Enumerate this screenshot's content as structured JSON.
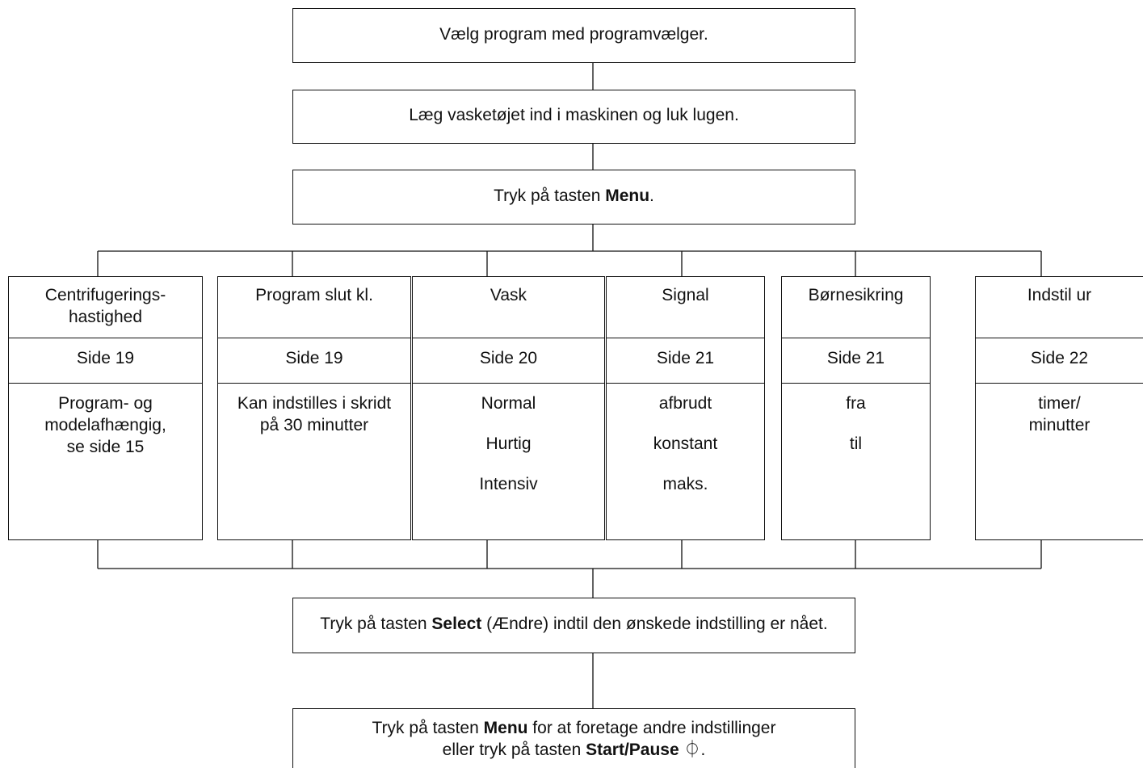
{
  "steps": {
    "step1": "Vælg program med programvælger.",
    "step2": "Læg vasketøjet ind i maskinen og luk lugen.",
    "step3": {
      "before": "Tryk på tasten ",
      "key": "Menu",
      "after": "."
    },
    "step4": {
      "before": "Tryk på tasten ",
      "key": "Select",
      "after": " (Ændre) indtil den ønskede indstilling er nået."
    },
    "step5": {
      "line1_before": "Tryk på tasten ",
      "line1_key": "Menu",
      "line1_after": " for at foretage andre indstillinger",
      "line2_before": "eller tryk på tasten ",
      "line2_key": "Start/Pause",
      "line2_after": " ⏀."
    }
  },
  "columns": [
    {
      "title_line1": "Centrifugerings-",
      "title_line2": "hastighed",
      "page": "Side 19",
      "values": [
        "Program- og",
        "modelafhængig,",
        "se side 15"
      ]
    },
    {
      "title_line1": "Program slut kl.",
      "title_line2": "",
      "page": "Side 19",
      "values": [
        "Kan indstilles i skridt",
        "på 30 minutter"
      ]
    },
    {
      "title_line1": "Vask",
      "title_line2": "",
      "page": "Side 20",
      "values": [
        "Normal",
        "Hurtig",
        "Intensiv"
      ]
    },
    {
      "title_line1": "Signal",
      "title_line2": "",
      "page": "Side 21",
      "values": [
        "afbrudt",
        "konstant",
        "maks."
      ]
    },
    {
      "title_line1": "Børnesikring",
      "title_line2": "",
      "page": "Side 21",
      "values": [
        "fra",
        "til"
      ]
    },
    {
      "title_line1": "Indstil ur",
      "title_line2": "",
      "page": "Side 22",
      "values": [
        "timer/",
        "minutter"
      ]
    }
  ]
}
